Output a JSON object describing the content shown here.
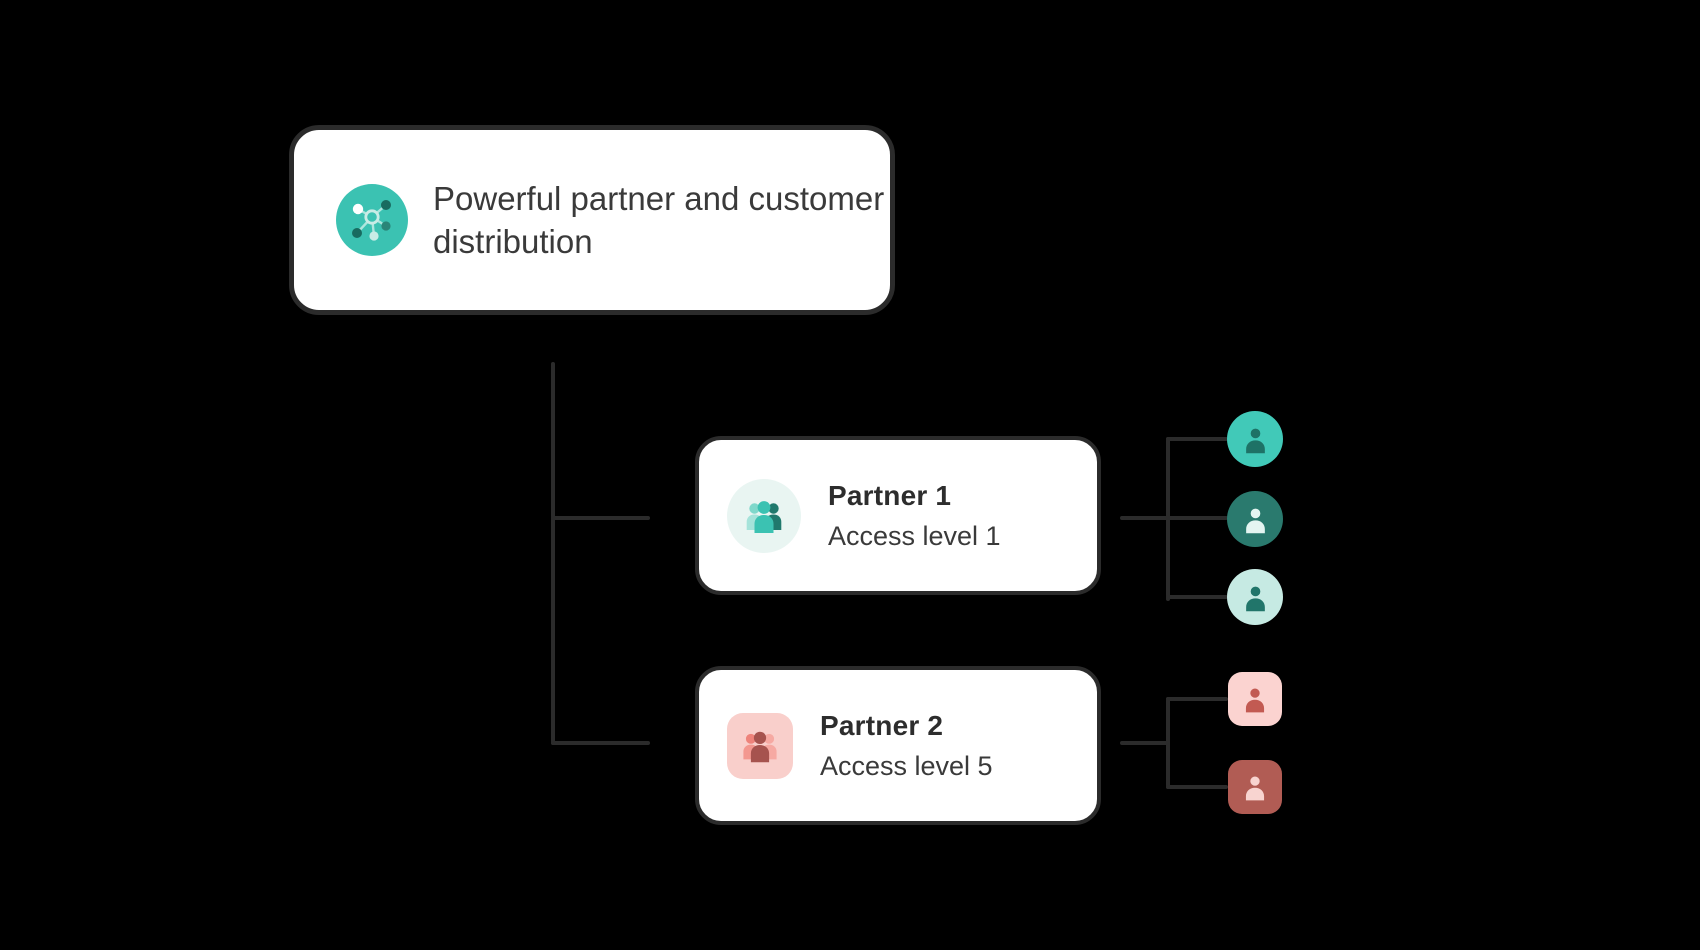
{
  "root_card": {
    "title": "Powerful partner and customer distribution",
    "icon": "network-hub-icon"
  },
  "partner_cards": [
    {
      "name": "Partner 1",
      "access_level": "Access level 1",
      "icon": "people-group-icon",
      "theme": "teal"
    },
    {
      "name": "Partner 2",
      "access_level": "Access level 5",
      "icon": "people-group-icon",
      "theme": "red"
    }
  ],
  "customers": {
    "partner1": [
      "teal-bright-circle-person",
      "teal-deep-circle-person",
      "mint-circle-person"
    ],
    "partner2": [
      "pink-pale-square-person",
      "red-square-person"
    ]
  },
  "icons": {
    "root": "network-hub-icon",
    "partner": "people-group-icon",
    "customer": "person-icon"
  },
  "colors": {
    "background": "#000000",
    "card_bg": "#ffffff",
    "card_border": "#2b2b2b",
    "connector": "#2b2b2b",
    "text_primary": "#2d2d2d",
    "text_secondary": "#3a3a3a",
    "teal": "#3bc2b2",
    "teal_bright": "#41c9b8",
    "teal_light": "#7fd8cb",
    "teal_body_light": "#a5e3da",
    "teal_dark": "#20796d",
    "teal_node_dark": "#186b60",
    "teal_node_mid": "#2a8578",
    "mint": "#c6eae3",
    "mint_pale": "#e9f5f2",
    "mint_node": "#c8ece6",
    "mint_stroke": "#aee6de",
    "avatar_teal_bg": "#41c9b8",
    "avatar_teal_fg": "#1e7266",
    "avatar_deep_bg": "#2a7a6e",
    "avatar_deep_fg": "#e4f5f1",
    "avatar_mint_bg": "#c6eae3",
    "avatar_mint_fg": "#21756a",
    "pink_pale": "#f9cfcb",
    "pink_avatar": "#fbd3d0",
    "salmon": "#ee837b",
    "salmon_body": "#f3978f",
    "pink_person_light": "#f6a9a2",
    "red_dark": "#a6534e",
    "red_avatar_bg": "#b15c54",
    "red_on_pink": "#c25a52",
    "pink_on_red": "#f8d4d0",
    "white": "#ffffff"
  }
}
